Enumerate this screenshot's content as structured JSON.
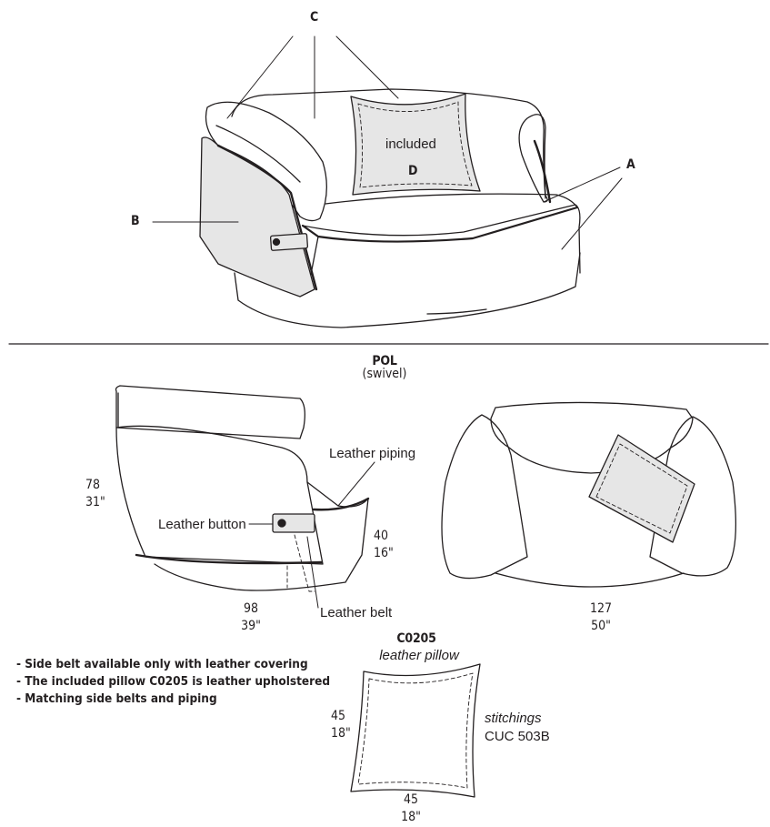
{
  "callouts": {
    "a": "A",
    "b": "B",
    "c": "C",
    "d": "D",
    "included": "included"
  },
  "model": {
    "name": "POL",
    "variant": "(swivel)"
  },
  "side_view": {
    "height_cm": "78",
    "height_in": "31\"",
    "seat_cm": "40",
    "seat_in": "16\"",
    "depth_cm": "98",
    "depth_in": "39\"",
    "leather_piping": "Leather piping",
    "leather_button": "Leather button",
    "leather_belt": "Leather belt"
  },
  "top_view": {
    "width_cm": "127",
    "width_in": "50\""
  },
  "pillow": {
    "code": "C0205",
    "subtitle": "leather pillow",
    "height_cm": "45",
    "height_in": "18\"",
    "width_cm": "45",
    "width_in": "18\"",
    "stitchings_label": "stitchings",
    "stitchings_code": "CUC 503B"
  },
  "notes": [
    "- Side belt available only with leather covering",
    "- The included pillow C0205 is leather upholstered",
    "- Matching side belts and piping"
  ],
  "colors": {
    "line": "#231f20",
    "fill_grey": "#e6e6e6",
    "bg": "#ffffff"
  }
}
